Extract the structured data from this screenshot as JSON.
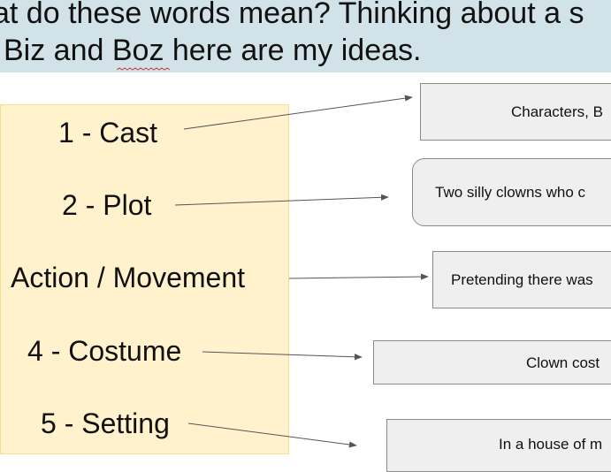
{
  "header": {
    "line1": "at do these words mean? Thinking about a s",
    "line2": "Biz and Boz here are my ideas."
  },
  "terms": [
    "1 - Cast",
    "2 - Plot",
    "Action / Movement",
    "4 - Costume",
    "5 - Setting"
  ],
  "descriptions": [
    "Characters, B",
    "Two silly clowns who c",
    "Pretending there was",
    "Clown cost",
    "In a house of m"
  ],
  "colors": {
    "header_bg": "#d1e3e8",
    "panel_bg": "#fff2cc",
    "box_bg": "#efefef",
    "arrow": "#555555"
  }
}
